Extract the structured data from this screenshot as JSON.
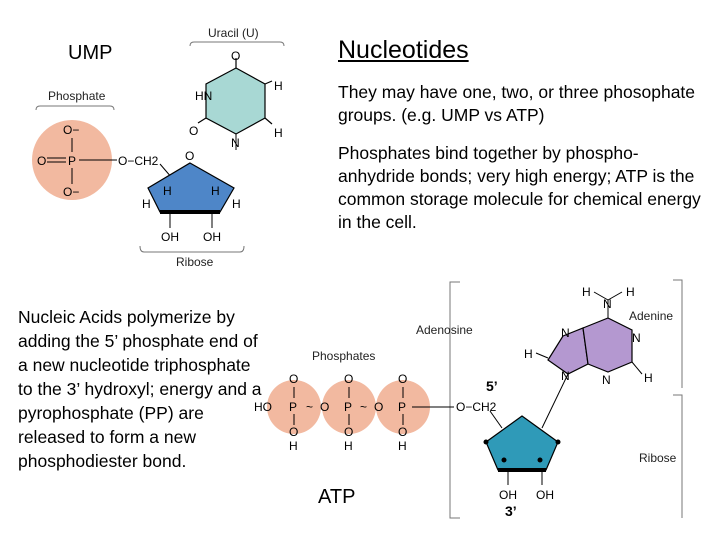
{
  "title": "Nucleotides",
  "ump_label": "UMP",
  "atp_label": "ATP",
  "paragraphs": {
    "phosphate_groups": "They may have one, two, or three phosophate groups. (e.g. UMP vs ATP)",
    "anhydride_bonds": "Phosphates bind together by phospho-anhydride bonds; very high energy; ATP is the common storage molecule for chemical energy in the cell.",
    "polymerize": "Nucleic Acids polymerize by adding the 5’ phosphate end of a new nucleotide triphosphate to the 3’ hydroxyl; energy and a pyrophosphate (PP) are released to form a new phosphodiester bond."
  },
  "ump_diagram": {
    "uracil_label": "Uracil (U)",
    "phosphate_label": "Phosphate",
    "ribose_label": "Ribose",
    "atoms": {
      "o_top": "O",
      "hn": "HN",
      "n": "N",
      "h": "H",
      "o_left": "O",
      "o_minus": "O−",
      "p": "P",
      "o_eq": "O",
      "ring_o": "O",
      "o_ch2": "O−CH2",
      "oh": "OH"
    },
    "colors": {
      "uracil": "#a8d8d4",
      "phosphate": "#f2b9a0",
      "ribose": "#4e86c8"
    }
  },
  "atp_diagram": {
    "adenosine_label": "Adenosine",
    "adenine_label": "Adenine",
    "phosphates_label": "Phosphates",
    "ribose_label": "Ribose",
    "five_prime": "5’",
    "three_prime": "3’",
    "atoms": {
      "n": "N",
      "h": "H",
      "o": "O",
      "p": "P",
      "ho": "HO",
      "oh": "OH",
      "tilde": "~",
      "o_ch2": "O−CH2"
    },
    "colors": {
      "adenine": "#b498d0",
      "phosphate": "#f2b9a0",
      "ribose": "#2f9ab8"
    }
  }
}
